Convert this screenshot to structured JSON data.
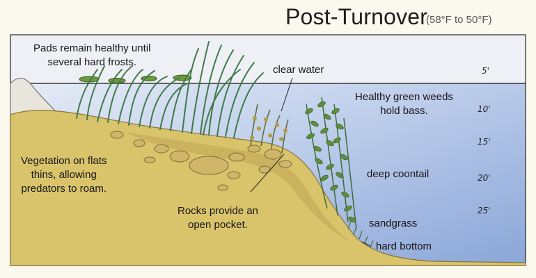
{
  "title": "Post-Turnover",
  "subtitle": "(58°F to 50°F)",
  "labels": {
    "pads": [
      "Pads remain healthy until",
      "several hard frosts."
    ],
    "clear_water": "clear water",
    "healthy_weeds": [
      "Healthy green weeds",
      "hold bass."
    ],
    "vegetation": [
      "Vegetation on flats",
      "thins, allowing",
      "predators to roam."
    ],
    "rocks": [
      "Rocks provide an",
      "open pocket."
    ],
    "deep_coontail": "deep coontail",
    "sandgrass": "sandgrass",
    "hard_bottom": "hard bottom"
  },
  "depth_marks": [
    "5'",
    "10'",
    "15'",
    "20'",
    "25'"
  ],
  "colors": {
    "air": "#eef0f7",
    "water_light": "#dde5f3",
    "water_deep": "#94aedc",
    "bank": "#d9c36a",
    "bank_dark": "#b9a052",
    "weed": "#3f7a4a",
    "leaf": "#5f8e3c",
    "rock": "#cdb36c"
  }
}
